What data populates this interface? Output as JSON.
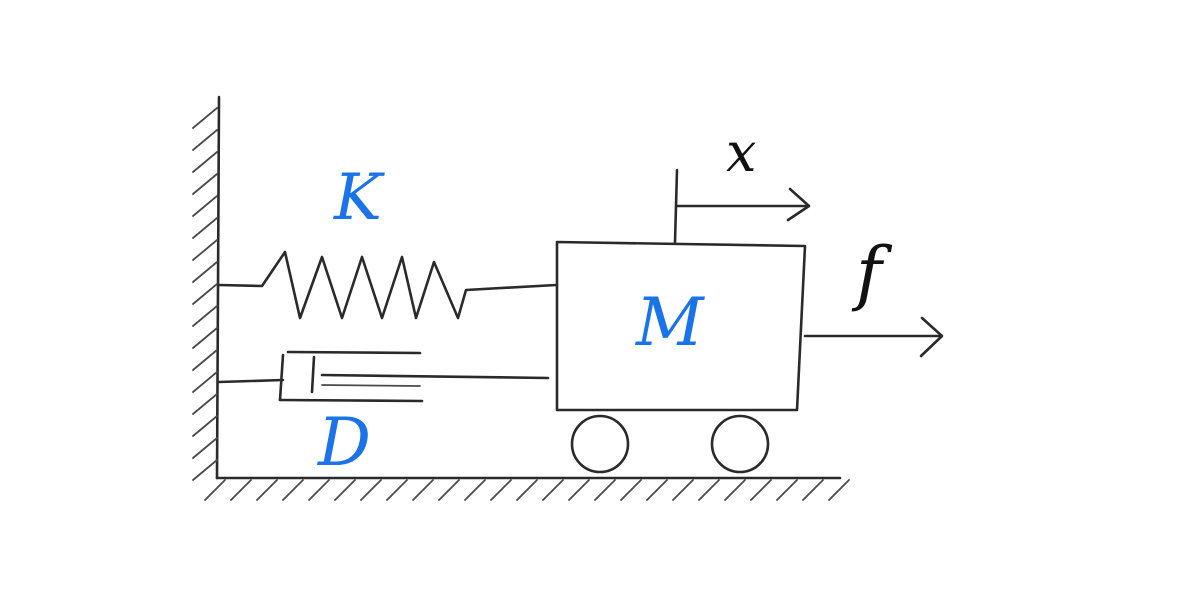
{
  "labels": {
    "spring": "K",
    "damper": "D",
    "mass": "M",
    "displacement": "x",
    "force": "f"
  },
  "colors": {
    "parameter_label": "#1a73e8",
    "variable_label": "#111111",
    "ink": "#2a2a2a"
  }
}
